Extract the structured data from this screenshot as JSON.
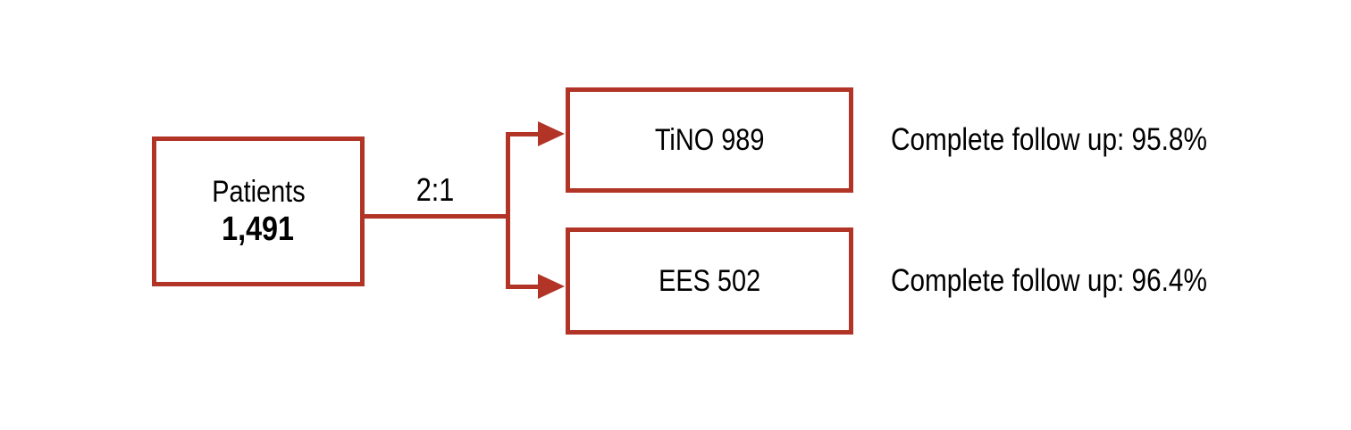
{
  "figure": {
    "background_color": "#FFFFFF",
    "accent_color": "#B13427",
    "text_color": "#000000",
    "patients_box": {
      "title": "Patients",
      "count": "1,491"
    },
    "randomization_ratio": "2:1",
    "arms": [
      {
        "label": "TiNO 989",
        "followup": "Complete follow up: 95.8%"
      },
      {
        "label": "EES 502",
        "followup": "Complete follow up: 96.4%"
      }
    ]
  }
}
